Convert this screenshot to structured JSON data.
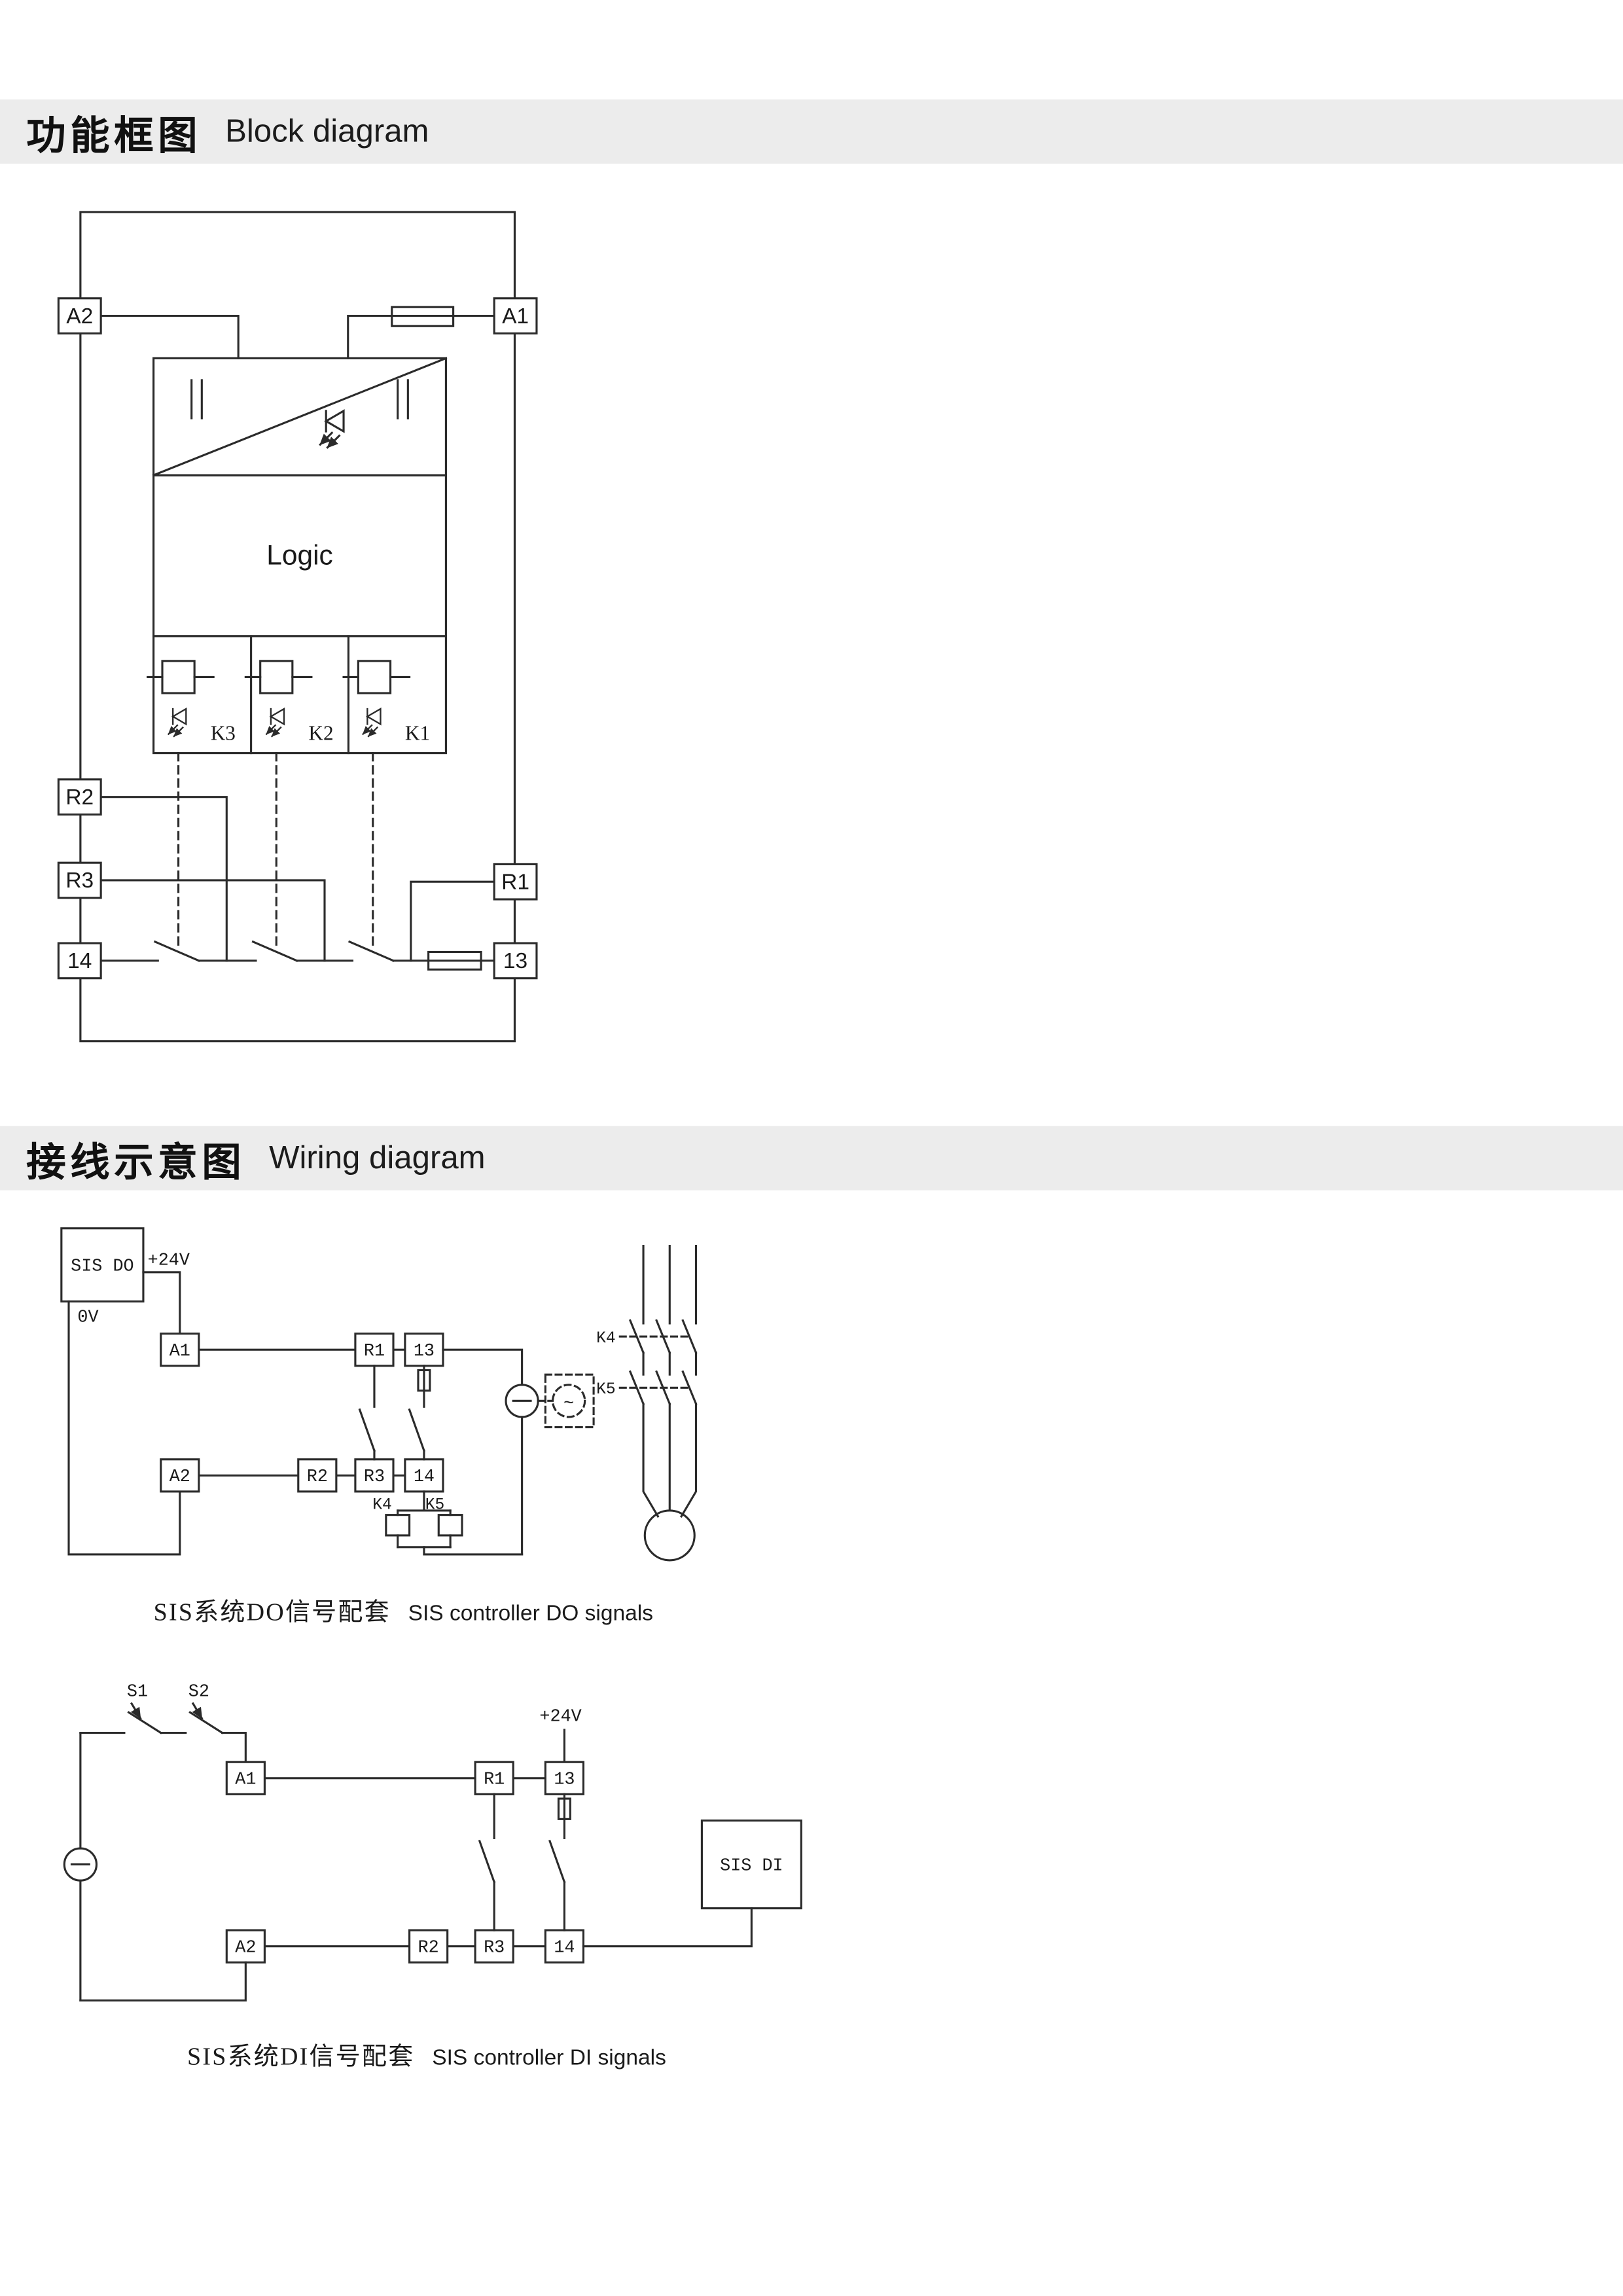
{
  "page": {
    "header_bg": "#ececec",
    "line_color": "#2b2b2b"
  },
  "headers": {
    "block": {
      "zh": "功能框图",
      "en": "Block diagram"
    },
    "wiring": {
      "zh": "接线示意图",
      "en": "Wiring diagram"
    }
  },
  "block_diagram": {
    "terminals": {
      "a2": "A2",
      "a1": "A1",
      "r2": "R2",
      "r3": "R3",
      "r1": "R1",
      "t14": "14",
      "t13": "13"
    },
    "logic": "Logic",
    "relays": {
      "k3": "K3",
      "k2": "K2",
      "k1": "K1"
    }
  },
  "wiring_do": {
    "controller": "SIS DO",
    "supply_plus": "+24V",
    "supply_zero": "0V",
    "ac_tilde": "~",
    "terminals": {
      "a1": "A1",
      "r1": "R1",
      "t13": "13",
      "a2": "A2",
      "r2": "R2",
      "r3": "R3",
      "t14": "14"
    },
    "contactor_contacts": {
      "k4": "K4",
      "k5": "K5"
    },
    "contactor_coils": {
      "k4": "K4",
      "k5": "K5"
    },
    "caption": {
      "zh": "SIS系统DO信号配套",
      "en": "SIS controller DO signals"
    }
  },
  "wiring_di": {
    "switches": {
      "s1": "S1",
      "s2": "S2"
    },
    "supply_plus": "+24V",
    "controller": "SIS DI",
    "terminals": {
      "a1": "A1",
      "r1": "R1",
      "t13": "13",
      "a2": "A2",
      "r2": "R2",
      "r3": "R3",
      "t14": "14"
    },
    "caption": {
      "zh": "SIS系统DI信号配套",
      "en": "SIS controller DI signals"
    }
  }
}
